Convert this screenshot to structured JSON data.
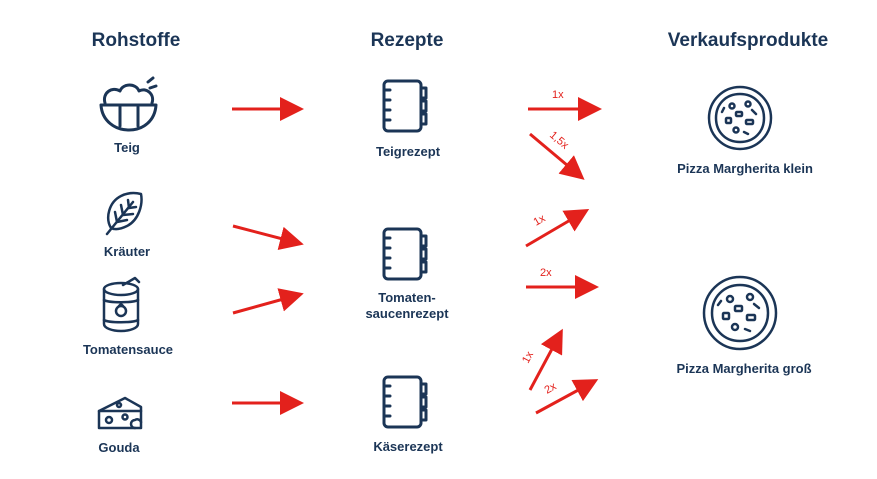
{
  "columns": {
    "raw": "Rohstoffe",
    "recipes": "Rezepte",
    "products": "Verkaufsprodukte"
  },
  "raw_materials": [
    {
      "label": "Teig",
      "icon": "dough-bowl-icon"
    },
    {
      "label": "Kräuter",
      "icon": "herb-leaf-icon"
    },
    {
      "label": "Tomatensauce",
      "icon": "tomato-can-icon"
    },
    {
      "label": "Gouda",
      "icon": "cheese-icon"
    }
  ],
  "recipes": [
    {
      "line1": "Teigrezept",
      "line2": "",
      "icon": "recipe-notebook-icon"
    },
    {
      "line1": "Tomaten-",
      "line2": "saucenrezept",
      "icon": "recipe-notebook-icon"
    },
    {
      "line1": "Käserezept",
      "line2": "",
      "icon": "recipe-notebook-icon"
    }
  ],
  "products": [
    {
      "label": "Pizza Margherita klein",
      "icon": "pizza-icon"
    },
    {
      "label": "Pizza Margherita groß",
      "icon": "pizza-icon"
    }
  ],
  "quantities": [
    "1x",
    "1,5x",
    "1x",
    "2x",
    "1x",
    "2x"
  ],
  "colors": {
    "primary": "#1b3556",
    "arrow": "#e3211c"
  }
}
